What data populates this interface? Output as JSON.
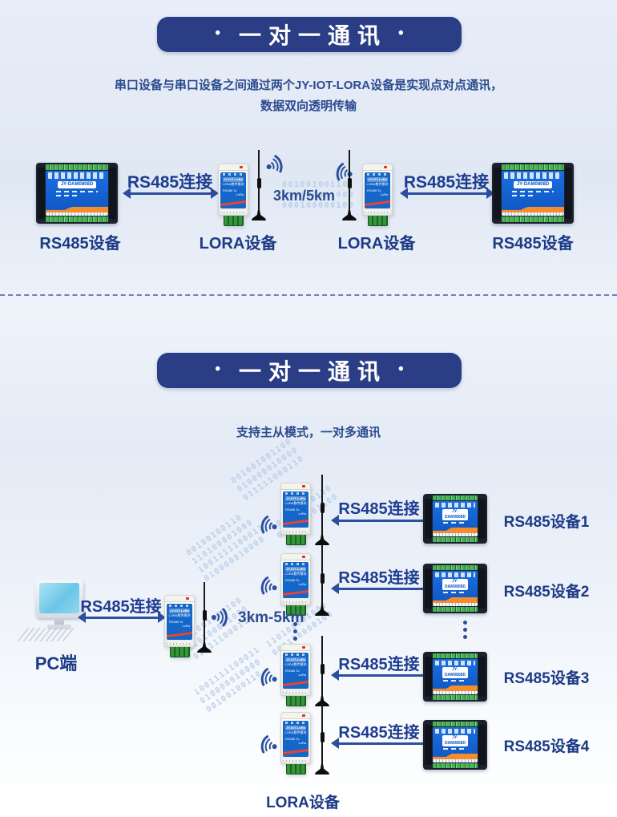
{
  "device": {
    "plc_label": "JY-DAM0808D",
    "lora_brand": "JY-IOT-LoRa",
    "lora_name": "LORA数传模块",
    "lora_left": "RS485 To",
    "lora_right": "LoRa"
  },
  "bits": [
    "00100100110",
    "110100001000",
    "1001111100011",
    "001001001100",
    "010000010000",
    "011111000110",
    "000100000100"
  ],
  "section1": {
    "bullet": "•",
    "title": "一对一通讯",
    "desc1": "串口设备与串口设备之间通过两个JY-IOT-LORA设备是实现点对点通讯，",
    "desc2": "数据双向透明传输",
    "left_device_label": "RS485设备",
    "left_link": "RS485连接",
    "left_lora_label": "LORA设备",
    "distance": "3km/5km",
    "right_lora_label": "LORA设备",
    "right_link": "RS485连接",
    "right_device_label": "RS485设备"
  },
  "section2": {
    "bullet": "•",
    "title": "一对一通讯",
    "subtitle": "支持主从模式，一对多通讯",
    "pc_label": "PC端",
    "pc_link": "RS485连接",
    "distance": "3km-5km",
    "lora_label": "LORA设备",
    "rows": [
      {
        "link": "RS485连接",
        "label": "RS485设备1"
      },
      {
        "link": "RS485连接",
        "label": "RS485设备2"
      },
      {
        "link": "RS485连接",
        "label": "RS485设备3"
      },
      {
        "link": "RS485连接",
        "label": "RS485设备4"
      }
    ]
  }
}
